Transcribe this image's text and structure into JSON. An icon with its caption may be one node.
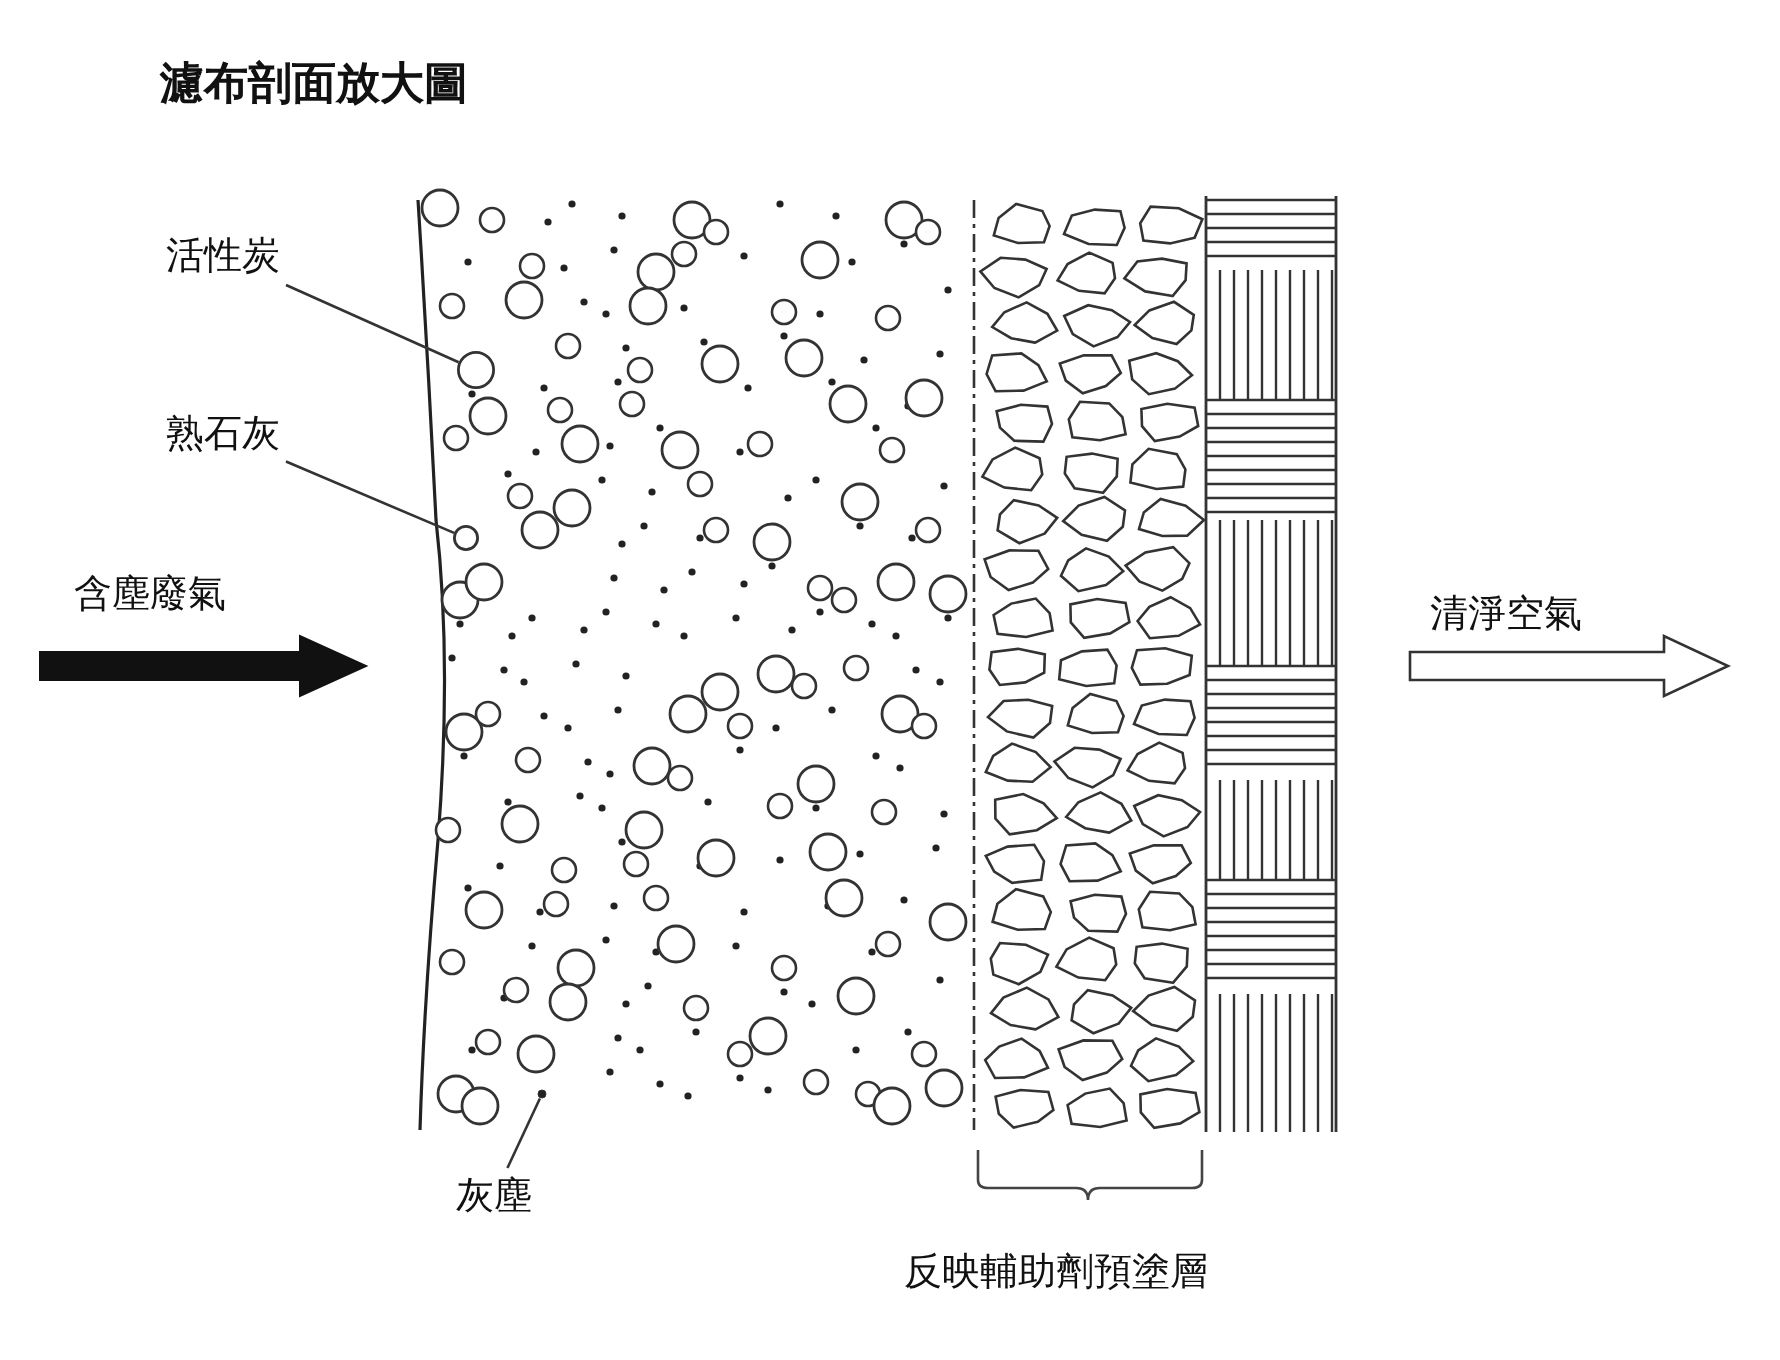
{
  "diagram": {
    "title": "濾布剖面放大圖",
    "nodes": [
      {
        "text": [
          "活性炭"
        ]
      },
      {
        "text": [],
        "shape": "circle"
      },
      {
        "text": [
          "熟石灰"
        ]
      },
      {
        "text": [],
        "shape": "circle"
      },
      {
        "text": [
          "灰塵"
        ]
      },
      {
        "text": [],
        "shape": "circle"
      }
    ],
    "edges": [
      {
        "from": 0,
        "to": 1,
        "arrow": "none"
      },
      {
        "from": 2,
        "to": 3,
        "arrow": "none"
      },
      {
        "from": 4,
        "to": 5,
        "arrow": "none"
      }
    ],
    "labels": [
      "含塵廢氣",
      "清淨空氣",
      "反映輔助劑預塗層"
    ]
  }
}
